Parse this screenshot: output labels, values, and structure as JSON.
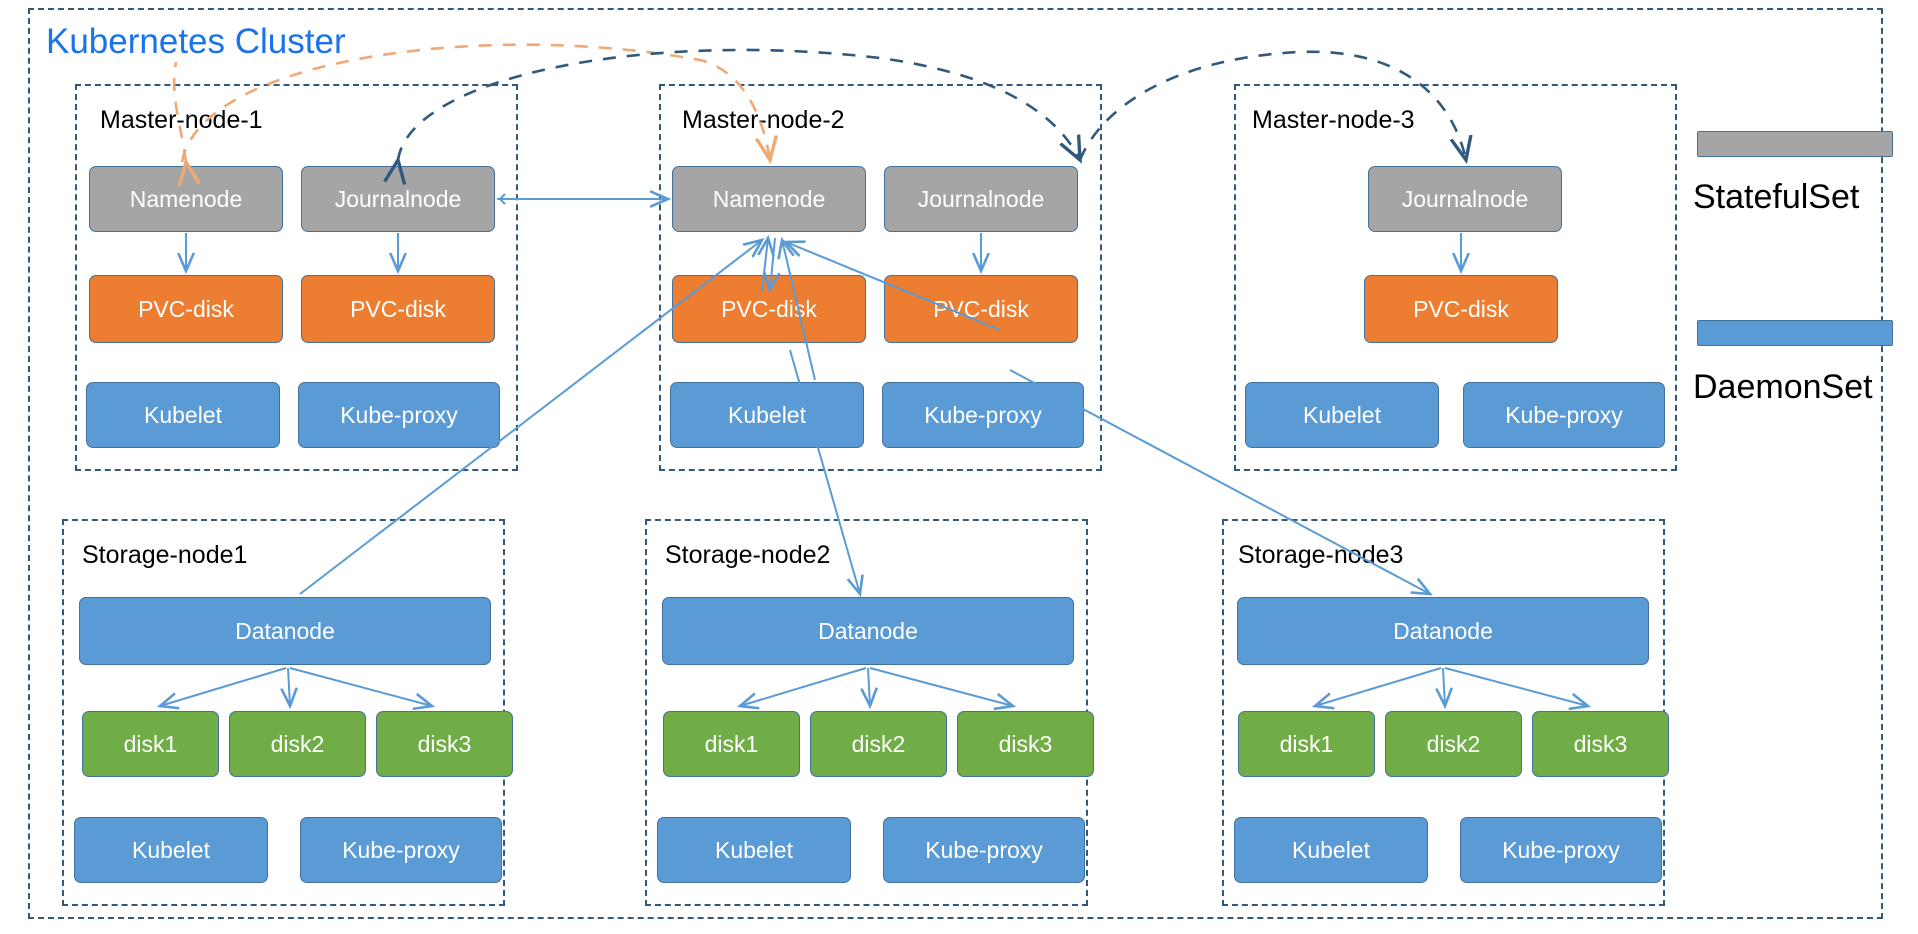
{
  "cluster": {
    "title": "Kubernetes Cluster",
    "border_color": "#31597d",
    "title_color": "#1a73e8"
  },
  "legend": {
    "items": [
      {
        "label": "StatefulSet",
        "color": "#a5a5a5"
      },
      {
        "label": "DaemonSet",
        "color": "#5b9bd5"
      }
    ]
  },
  "colors": {
    "statefulset_gray": "#a5a5a5",
    "pvc_orange": "#ed7d31",
    "daemonset_blue": "#5b9bd5",
    "disk_green": "#70ad47",
    "box_border": "#41719c",
    "arrow_blue": "#5b9bd5",
    "dashed_navy": "#31597d",
    "dashed_orange": "#f0a875"
  },
  "master_nodes": [
    {
      "title": "Master-node-1",
      "components": [
        {
          "label": "Namenode",
          "type": "statefulset"
        },
        {
          "label": "Journalnode",
          "type": "statefulset"
        },
        {
          "label": "PVC-disk",
          "type": "pvc"
        },
        {
          "label": "PVC-disk",
          "type": "pvc"
        },
        {
          "label": "Kubelet",
          "type": "daemonset"
        },
        {
          "label": "Kube-proxy",
          "type": "daemonset"
        }
      ]
    },
    {
      "title": "Master-node-2",
      "components": [
        {
          "label": "Namenode",
          "type": "statefulset"
        },
        {
          "label": "Journalnode",
          "type": "statefulset"
        },
        {
          "label": "PVC-disk",
          "type": "pvc"
        },
        {
          "label": "PVC-disk",
          "type": "pvc"
        },
        {
          "label": "Kubelet",
          "type": "daemonset"
        },
        {
          "label": "Kube-proxy",
          "type": "daemonset"
        }
      ]
    },
    {
      "title": "Master-node-3",
      "components": [
        {
          "label": "Journalnode",
          "type": "statefulset"
        },
        {
          "label": "PVC-disk",
          "type": "pvc"
        },
        {
          "label": "Kubelet",
          "type": "daemonset"
        },
        {
          "label": "Kube-proxy",
          "type": "daemonset"
        }
      ]
    }
  ],
  "storage_nodes": [
    {
      "title": "Storage-node1",
      "components": [
        {
          "label": "Datanode",
          "type": "daemonset"
        },
        {
          "label": "disk1",
          "type": "disk"
        },
        {
          "label": "disk2",
          "type": "disk"
        },
        {
          "label": "disk3",
          "type": "disk"
        },
        {
          "label": "Kubelet",
          "type": "daemonset"
        },
        {
          "label": "Kube-proxy",
          "type": "daemonset"
        }
      ]
    },
    {
      "title": "Storage-node2",
      "components": [
        {
          "label": "Datanode",
          "type": "daemonset"
        },
        {
          "label": "disk1",
          "type": "disk"
        },
        {
          "label": "disk2",
          "type": "disk"
        },
        {
          "label": "disk3",
          "type": "disk"
        },
        {
          "label": "Kubelet",
          "type": "daemonset"
        },
        {
          "label": "Kube-proxy",
          "type": "daemonset"
        }
      ]
    },
    {
      "title": "Storage-node3",
      "components": [
        {
          "label": "Datanode",
          "type": "daemonset"
        },
        {
          "label": "disk1",
          "type": "disk"
        },
        {
          "label": "disk2",
          "type": "disk"
        },
        {
          "label": "disk3",
          "type": "disk"
        },
        {
          "label": "Kubelet",
          "type": "daemonset"
        },
        {
          "label": "Kube-proxy",
          "type": "daemonset"
        }
      ]
    }
  ]
}
